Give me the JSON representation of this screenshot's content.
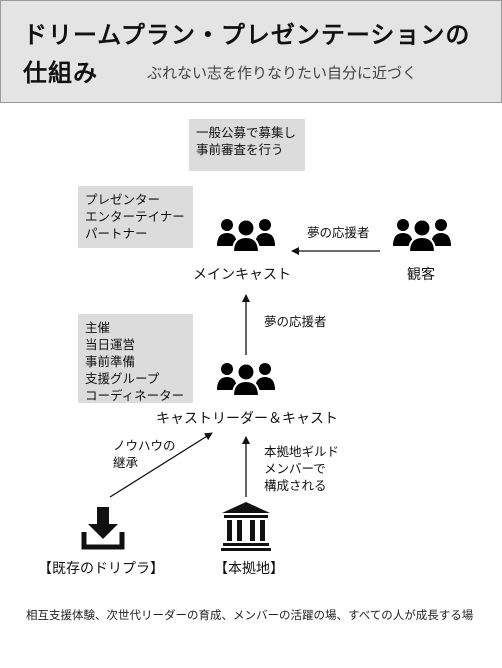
{
  "title": {
    "line1": "ドリームプラン・プレゼンテーションの",
    "line2": "仕組み",
    "subtitle": "ぶれない志を作りなりたい自分に近づく"
  },
  "boxes": {
    "recruit": [
      "一般公募で募集し",
      "事前審査を行う"
    ],
    "cast_roles": [
      "プレゼンター",
      "エンターテイナー",
      "パートナー"
    ],
    "organizer_roles": [
      "主催",
      "当日運営",
      "事前準備",
      "支援グループ",
      "コーディネーター"
    ]
  },
  "nodes": {
    "main_cast": "メインキャスト",
    "audience": "観客",
    "cast_leader": "キャストリーダー＆キャスト",
    "existing_dp": "【既存のドリプラ】",
    "headquarters": "【本拠地】"
  },
  "edges": {
    "audience_to_main": "夢の応援者",
    "leader_to_main": "夢の応援者",
    "existing_to_leader": [
      "ノウハウの",
      "継承"
    ],
    "hq_to_leader": [
      "本拠地ギルド",
      "メンバーで",
      "構成される"
    ]
  },
  "footer": "相互支援体験、次世代リーダーの育成、メンバーの活躍の場、すべての人が成長する場",
  "icons": [
    "people-group-icon",
    "download-icon",
    "bank-icon"
  ]
}
